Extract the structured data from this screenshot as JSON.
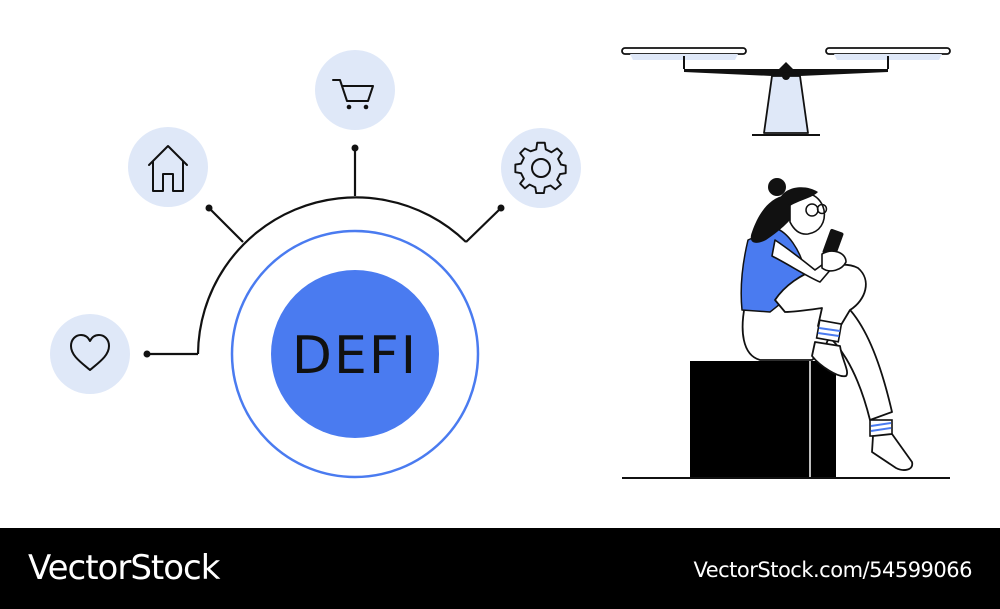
{
  "center_label": "DEFI",
  "footer": {
    "brand": "VectorStock",
    "image_id": "VectorStock.com/54599066"
  },
  "icons": [
    "heart-icon",
    "home-icon",
    "cart-icon",
    "gear-icon"
  ],
  "colors": {
    "accent_blue": "#4a7bf0",
    "light_blue": "#dfe8f8",
    "ink": "#111111",
    "footer_bg": "#000000"
  }
}
